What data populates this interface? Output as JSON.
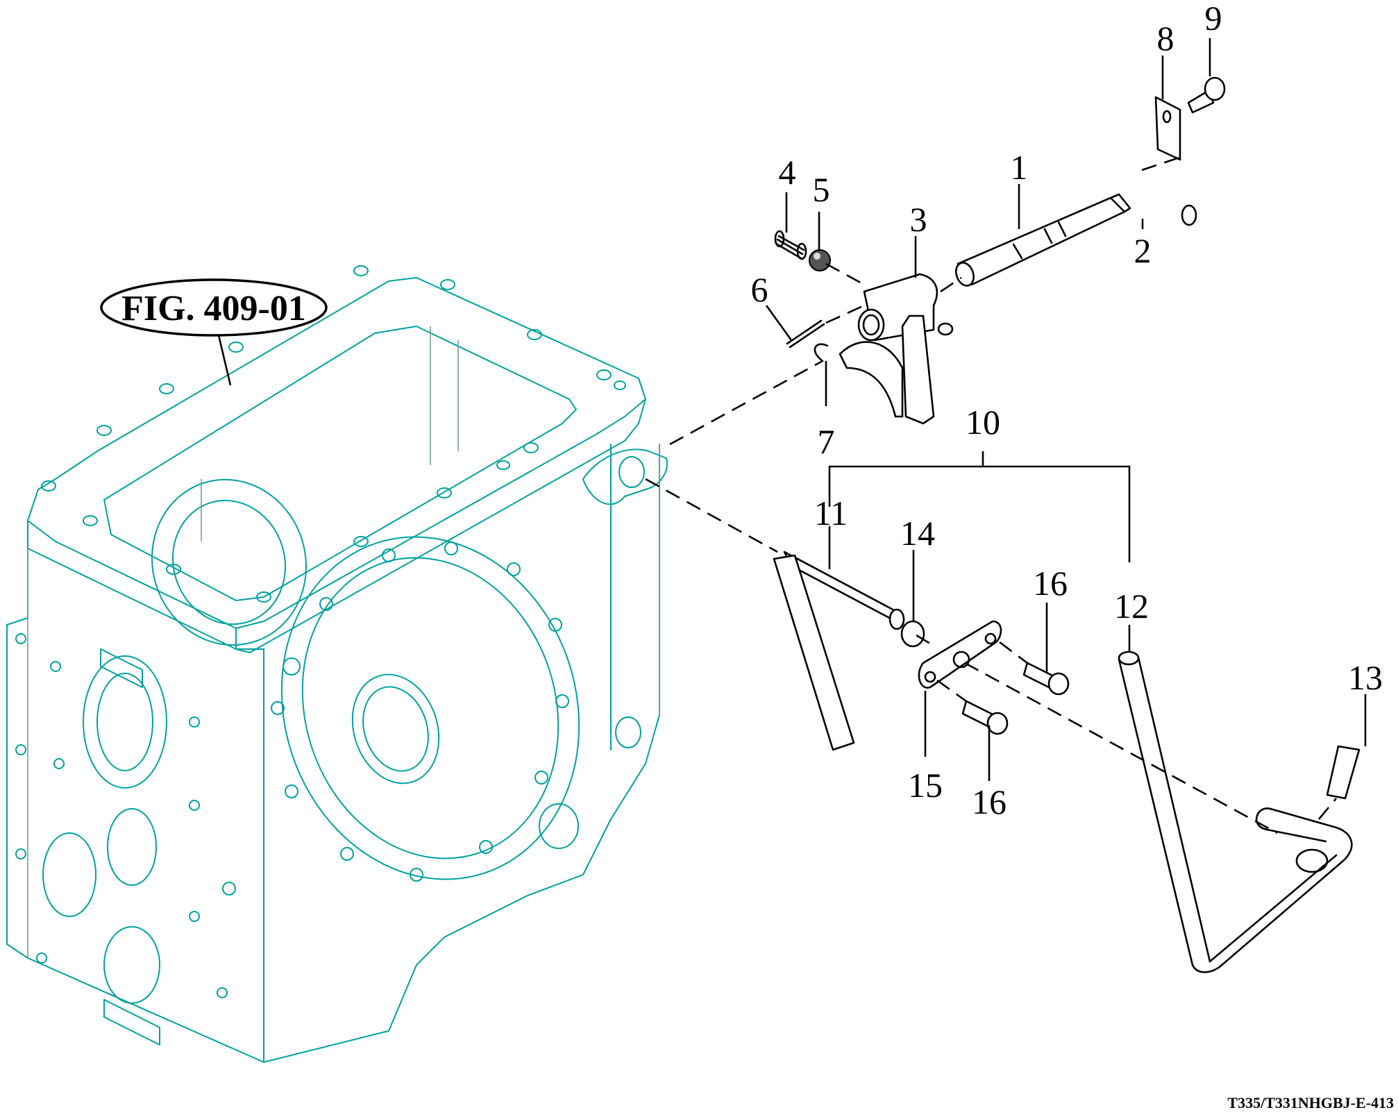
{
  "figure_reference": "FIG. 409-01",
  "document_code": "T335/T331NHGBJ-E-413",
  "colors": {
    "housing_line": "#00a0a0",
    "part_line": "#000000",
    "background": "#ffffff"
  },
  "callouts": [
    {
      "id": "1",
      "label": "1",
      "part": "shift-rod"
    },
    {
      "id": "2",
      "label": "2",
      "part": "o-ring"
    },
    {
      "id": "3",
      "label": "3",
      "part": "shift-fork"
    },
    {
      "id": "4",
      "label": "4",
      "part": "detent-spring"
    },
    {
      "id": "5",
      "label": "5",
      "part": "detent-ball"
    },
    {
      "id": "6",
      "label": "6",
      "part": "spring-pin"
    },
    {
      "id": "7",
      "label": "7",
      "part": "snap-ring"
    },
    {
      "id": "8",
      "label": "8",
      "part": "stopper-plate"
    },
    {
      "id": "9",
      "label": "9",
      "part": "bolt"
    },
    {
      "id": "10",
      "label": "10",
      "part": "lever-assembly"
    },
    {
      "id": "11",
      "label": "11",
      "part": "lever-shaft"
    },
    {
      "id": "12",
      "label": "12",
      "part": "pedal-lever"
    },
    {
      "id": "13",
      "label": "13",
      "part": "roll-pin"
    },
    {
      "id": "14",
      "label": "14",
      "part": "o-ring"
    },
    {
      "id": "15",
      "label": "15",
      "part": "retaining-plate"
    },
    {
      "id": "16a",
      "label": "16",
      "part": "bolt"
    },
    {
      "id": "16b",
      "label": "16",
      "part": "bolt"
    }
  ]
}
